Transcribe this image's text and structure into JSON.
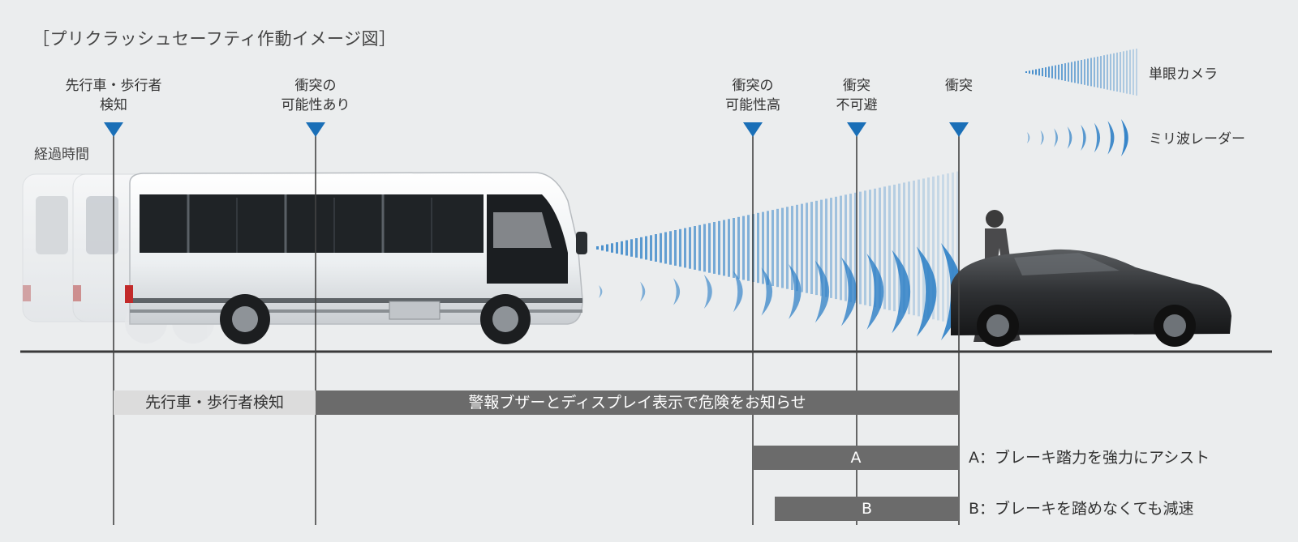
{
  "title": "［プリクラッシュセーフティ作動イメージ図］",
  "elapsed_label": "経過時間",
  "markers": [
    {
      "line1": "先行車・歩行者",
      "line2": "検知"
    },
    {
      "line1": "衝突の",
      "line2": "可能性あり"
    },
    {
      "line1": "衝突の",
      "line2": "可能性高"
    },
    {
      "line1": "衝突",
      "line2": "不可避"
    },
    {
      "line1": "",
      "line2": "衝突"
    }
  ],
  "legend": {
    "camera": "単眼カメラ",
    "radar": "ミリ波レーダー"
  },
  "bars": {
    "detect": "先行車・歩行者検知",
    "warning": "警報ブザーとディスプレイ表示で危険をお知らせ",
    "a_letter": "A",
    "b_letter": "B",
    "a_desc": "A：ブレーキ踏力を強力にアシスト",
    "b_desc": "B：ブレーキを踏めなくても減速"
  },
  "colors": {
    "marker": "#1a6fb7",
    "beam": "#2d7fc6",
    "bar_dark": "#6b6b6b",
    "bar_light": "#dcdcdc"
  }
}
